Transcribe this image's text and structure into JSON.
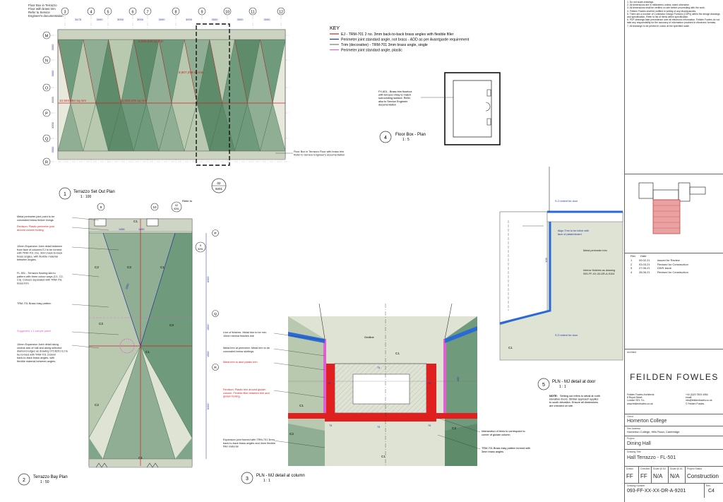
{
  "sheet": {
    "notes": [
      "1. Do not scale drawings.",
      "2. All dimensions are in millimetres unless noted otherwise.",
      "3. All dimensions shall be verified on site before proceeding with the work.",
      "4. Feilden Fowles shall be notified in writing of any discrepancies.",
      "5. There are a number of Contractor Design Portions (CDPs) within the design drawings and specification. Refer to list of items within specification.",
      "6. PDF drawings take precedence over all electronic information. Feilden Fowles do not take any responsibility for the accuracy of information provided in electronic formats.",
      "7. All drawings to be printed in colour at the specified scale."
    ],
    "revisions_header": {
      "rev": "Rev",
      "date": "Date"
    },
    "revisions": [
      {
        "rev": "1",
        "date": "09.02.21",
        "desc": "Issued for Review"
      },
      {
        "rev": "2",
        "date": "03.03.21",
        "desc": "Revised for Construction"
      },
      {
        "rev": "3",
        "date": "27.06.21",
        "desc": "DWS Issue"
      },
      {
        "rev": "4",
        "date": "28.06.21",
        "desc": "Revised for Construction"
      }
    ],
    "architect_label": "Architect",
    "architect": "FEILDEN FOWLES",
    "address": [
      "Feilden Fowles Architects",
      "8 Royal Street",
      "London SE1 7LL",
      "www.feildenfowles.co.uk"
    ],
    "contact": [
      "+44 (0)20 7803 4084",
      "email:",
      "info@feildenfowles.co.uk",
      "© Feilden Fowles"
    ],
    "client_label": "Client",
    "client": "Homerton College",
    "site_label": "Site Address",
    "site": "Homerton College, Hills Road, Cambridge",
    "project_label": "Project",
    "project": "Dining Hall",
    "title_label": "Drawing Title",
    "title": "Hall Terrazzo - FL-501",
    "fields": [
      {
        "label": "Drawn",
        "value": "FF"
      },
      {
        "label": "Checked",
        "value": "FF"
      },
      {
        "label": "Scale @ A3",
        "value": "N/A"
      },
      {
        "label": "Scale @ A1",
        "value": "N/A"
      },
      {
        "label": "Project Status",
        "value": "Construction"
      }
    ],
    "number_label": "Drawing Number",
    "number": "093-FF-XX-XX-DR-A-9201",
    "rev_label": "Rev",
    "rev": "C4"
  },
  "key": {
    "heading": "KEY",
    "items": [
      {
        "color": "#cc2222",
        "text": "EJ - TRM-701 2 no. 3mm back-to-back brass angles with flexible filler"
      },
      {
        "color": "#2233aa",
        "text": "Perimeter joint  standard angle, not brass - ADD as per Avantgarde requirement"
      },
      {
        "color": "#777777",
        "text": "Trim (decorative) - TRM-701 3mm brass angle, single"
      },
      {
        "color": "#e060d0",
        "text": "Perimeter joint standard angle, plastic"
      }
    ]
  },
  "plan": {
    "grid_cols": [
      "3",
      "4",
      "5",
      "6",
      "7",
      "8",
      "9",
      "10",
      "11",
      "12"
    ],
    "grid_rows": [
      "M",
      "N",
      "O",
      "P",
      "Q",
      "R"
    ],
    "dims": [
      "3475",
      "3000",
      "3000",
      "3000",
      "3000",
      "3000",
      "3000",
      "3000",
      "3000"
    ],
    "row_dims": [
      "3000",
      "3000",
      "3000",
      "3000",
      "3000"
    ],
    "area_labels": [
      "6,005.926 sq mm",
      "8,907,299 sq mm",
      "10,584.664 sq mm",
      "10,563,575 sq mm"
    ],
    "label_floorbox_top": "Floor Box in Terrazzo Floor with brass trim Refer to Service Engineer's documentation",
    "label_floorbox_right": "Floor Box in Terrazzo Floor with brass trim Refer to Service Engineer's documentation",
    "section_tag": "02",
    "section_ref": "9201",
    "caption_num": "1",
    "caption": "Terrazzo Set Out Plan",
    "scale": "1 : 100"
  },
  "floorbox": {
    "note": "FX-601 - Brass trim floorbox with terrazzo inlay to match surrounding surface. Refer also to Service Engineer documentation",
    "caption_num": "4",
    "caption": "Floor Box - Plan",
    "scale": "1 : 5"
  },
  "bay": {
    "grid_cols": [
      "9",
      "10"
    ],
    "grid_rows": [
      "P",
      "Q",
      "R"
    ],
    "refer": "Refer to",
    "ref_tag": "02",
    "ref_num": "9201",
    "ref_tag2": "5",
    "ref_num2": "9201",
    "labels": [
      "Metal perimeter joint point to be concealed below timber linings",
      "Revision: Plastic perimeter joint around column footing",
      "10mm Expansion Joint detail between front face of columns EJ to be formed with TRM-701 2no. 3mm back-to-back brass angles, with flexible material between angles.",
      "FL-501 - Terrazzo flooring laid to pattern with three colour ways (C1, C2, C3). Colours separated with TRM-701 brass trim",
      "TRM-701 Brass inlay pattern",
      "Suggested 1:1 sample panel",
      "10mm Expansion Joint detail along central axis of hall and along selected diamond edges as drawing 071/6201 EJ to be formed with TRM-701 2x3mm back-to-back brass angles, with flexible material between angles."
    ],
    "dims": [
      "6400",
      "1500",
      "1500",
      "6400",
      "2950",
      "1456",
      "1450"
    ],
    "codes": [
      "C1",
      "C2",
      "C3",
      "C1",
      "C3",
      "C1",
      "C3",
      "C2",
      "C1"
    ],
    "caption_num": "2",
    "caption": "Terrazzo Bay Plan",
    "scale": "1 : 50"
  },
  "column": {
    "labels_left": [
      "Line of finishes. Metal trim to be min. 10mm behind finishes line",
      "Metal trim at perimeter. Metal trim to be concealed below skirtings",
      "Metal trim to abut plastic trim",
      "Revision: Plastic trim around glulam column. Flexible filler between trim and glulam footing.",
      "Expansion joint formed with TRM-701 3mm back-to-back brass angles and 4mm flexible filler material"
    ],
    "labels_right": [
      "Intersection of trims to correspond to corner of glulam column",
      "TRM-701 Brass inlay pattern formed with 3mm brass angles"
    ],
    "gridline": "Gridline",
    "dims": [
      "75",
      "75",
      "75",
      "75",
      "75",
      "75",
      "400"
    ],
    "codes": [
      "C1",
      "C2",
      "C1",
      "C3",
      "C1"
    ],
    "caption_num": "3",
    "caption": "PLN - MJ detail at column",
    "scale": "1 : 1"
  },
  "door": {
    "labels": [
      "S.O extent for door",
      "Align Trim to be inline with face of plasterboard",
      "Metal perimeter trim",
      "Interior finishes as drawing 093-FF-XX-00-DR-A-9104",
      "S.O extent for door"
    ],
    "dim": "106",
    "code": "C1",
    "caption_num": "5",
    "caption": "PLN - MJ detail at door",
    "scale": "1 : 1",
    "note_heading": "NOTE:",
    "note": "Setting out refers to detail at north elevation doors. Similar approach applies to south elevation. Ensure all dimensions are checked on site."
  }
}
